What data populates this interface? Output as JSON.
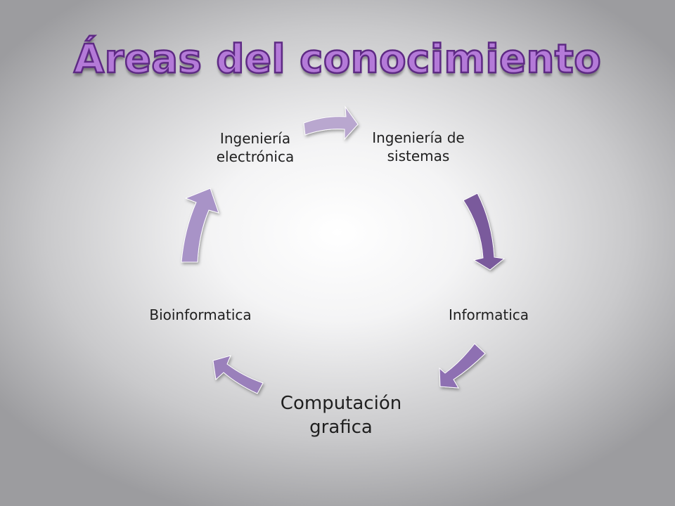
{
  "slide": {
    "title": "Áreas del conocimiento"
  },
  "cycle": {
    "nodes": [
      {
        "label": "Ingeniería de\nsistemas"
      },
      {
        "label": "Informatica"
      },
      {
        "label": "Computación\ngrafica"
      },
      {
        "label": "Bioinformatica"
      },
      {
        "label": "Ingeniería\nelectrónica"
      }
    ]
  },
  "colors": {
    "title_fill": "#b47ad8",
    "title_stroke": "#5e2a84",
    "arrow_1": "#b9a7cf",
    "arrow_2": "#7a5a9c",
    "arrow_3": "#8e70b2",
    "arrow_4": "#9a80bb",
    "arrow_5": "#a893c7"
  }
}
